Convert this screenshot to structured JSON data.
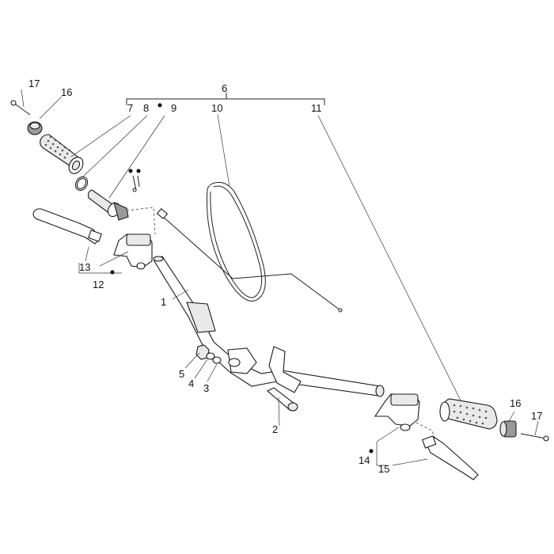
{
  "callouts": {
    "c1": "1",
    "c2": "2",
    "c3": "3",
    "c4": "4",
    "c5": "5",
    "c6": "6",
    "c7": "7",
    "c8": "8",
    "c9": "9",
    "c10": "10",
    "c11": "11",
    "c12": "12",
    "c13": "13",
    "c14": "14",
    "c15": "15",
    "c16_left": "16",
    "c16_right": "16",
    "c17_left": "17",
    "c17_right": "17"
  },
  "colors": {
    "ink": "#1a1a1a",
    "fill_light": "#e9e9e9",
    "fill_dark": "#9a9a9a"
  }
}
